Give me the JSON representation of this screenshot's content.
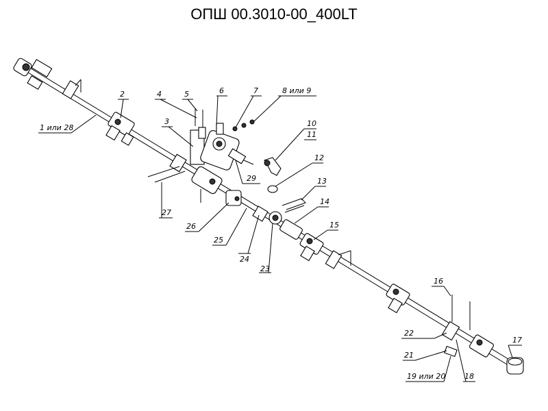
{
  "title": "ОПШ 00.3010-00_400LT",
  "callouts": [
    {
      "id": "c2",
      "text": "2"
    },
    {
      "id": "c4",
      "text": "4"
    },
    {
      "id": "c5",
      "text": "5"
    },
    {
      "id": "c6",
      "text": "6"
    },
    {
      "id": "c7",
      "text": "7"
    },
    {
      "id": "c8",
      "text": "8 или 9"
    },
    {
      "id": "c1",
      "text": "1 или 28"
    },
    {
      "id": "c3",
      "text": "3"
    },
    {
      "id": "c10",
      "text": "10"
    },
    {
      "id": "c11",
      "text": "11"
    },
    {
      "id": "c12",
      "text": "12"
    },
    {
      "id": "c13",
      "text": "13"
    },
    {
      "id": "c14",
      "text": "14"
    },
    {
      "id": "c15",
      "text": "15"
    },
    {
      "id": "c29",
      "text": "29"
    },
    {
      "id": "c27",
      "text": "27"
    },
    {
      "id": "c26",
      "text": "26"
    },
    {
      "id": "c25",
      "text": "25"
    },
    {
      "id": "c24",
      "text": "24"
    },
    {
      "id": "c23",
      "text": "23"
    },
    {
      "id": "c16",
      "text": "16"
    },
    {
      "id": "c17",
      "text": "17"
    },
    {
      "id": "c22",
      "text": "22"
    },
    {
      "id": "c21",
      "text": "21"
    },
    {
      "id": "c19",
      "text": "19 или 20"
    },
    {
      "id": "c18",
      "text": "18"
    }
  ]
}
